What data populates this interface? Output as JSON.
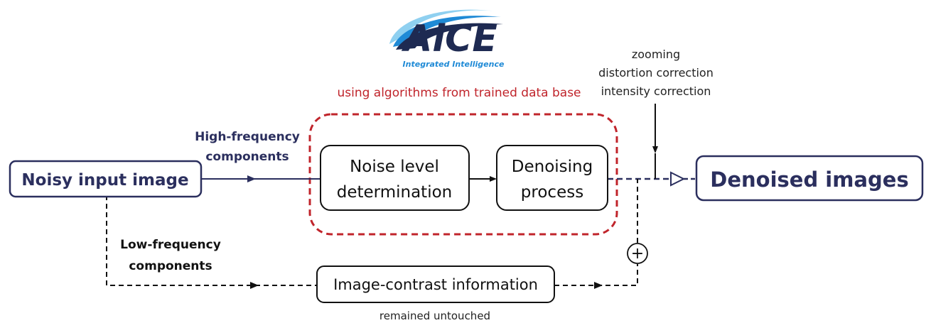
{
  "logo": {
    "name": "AiCE",
    "tagline": "Integrated Intelligence",
    "colors": {
      "dark": "#1e2a52",
      "blue": "#1f8ad6",
      "light": "#8fd0f0"
    }
  },
  "colors": {
    "navy": "#2b2f5e",
    "red": "#c0242b",
    "black": "#111111"
  },
  "labels": {
    "algorithms_note": "using algorithms from trained data base",
    "corrections": [
      "zooming",
      "distortion correction",
      "intensity correction"
    ],
    "high_freq": [
      "High-frequency",
      "components"
    ],
    "low_freq": [
      "Low-frequency",
      "components"
    ],
    "untouched": "remained untouched",
    "plus": "+"
  },
  "boxes": {
    "input": "Noisy input image",
    "noise_level": [
      "Noise level",
      "determination"
    ],
    "denoising": [
      "Denoising",
      "process"
    ],
    "contrast": "Image-contrast information",
    "output": "Denoised images"
  }
}
